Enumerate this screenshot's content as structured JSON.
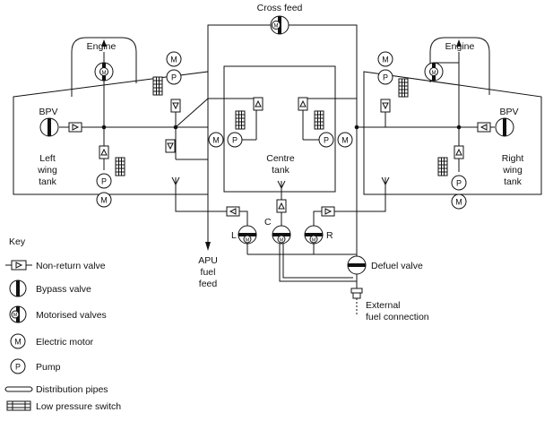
{
  "labels": {
    "cross_feed": "Cross feed",
    "engine_left": "Engine",
    "engine_right": "Engine",
    "bpv_left": "BPV",
    "bpv_right": "BPV",
    "left_tank": [
      "Left",
      "wing",
      "tank"
    ],
    "right_tank": [
      "Right",
      "wing",
      "tank"
    ],
    "centre_tank": [
      "Centre",
      "tank"
    ],
    "apu": [
      "APU",
      "fuel",
      "feed"
    ],
    "valve_L": "L",
    "valve_C": "C",
    "valve_R": "R",
    "defuel_valve": "Defuel valve",
    "external": [
      "External",
      "fuel connection"
    ],
    "motor_letter": "M",
    "pump_letter": "P"
  },
  "key": {
    "title": "Key",
    "items": [
      {
        "symbol": "non-return-valve",
        "label": "Non-return valve"
      },
      {
        "symbol": "bypass-valve",
        "label": "Bypass valve"
      },
      {
        "symbol": "motorised-valve",
        "label": "Motorised valves"
      },
      {
        "symbol": "electric-motor",
        "label": "Electric motor"
      },
      {
        "symbol": "pump",
        "label": "Pump"
      },
      {
        "symbol": "distribution-pipes",
        "label": "Distribution pipes"
      },
      {
        "symbol": "low-pressure-switch",
        "label": "Low pressure switch"
      }
    ]
  }
}
